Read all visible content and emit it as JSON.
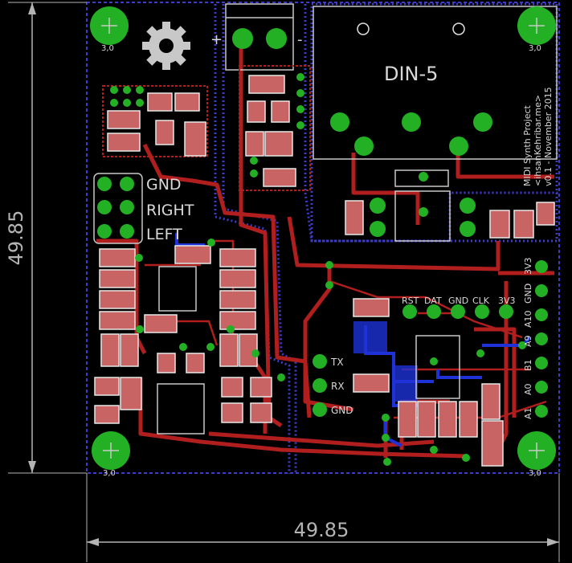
{
  "board": {
    "dimension_x": "49.85",
    "dimension_y": "49.85",
    "hole_label": "3,0"
  },
  "labels": {
    "din": "DIN-5",
    "audio_gnd": "GND",
    "audio_right": "RIGHT",
    "audio_left": "LEFT",
    "serial_tx": "TX",
    "serial_rx": "RX",
    "serial_gnd": "GND",
    "prog_rst": "RST",
    "prog_dat": "DAT",
    "prog_gnd": "GND",
    "prog_clk": "CLK",
    "prog_3v3": "3V3",
    "side_gnd": "GND",
    "side_3v3": "3V3",
    "side_a9": "A9",
    "side_a10": "A10",
    "side_b1": "B1",
    "side_a0": "A0",
    "side_a1": "A1",
    "plus": "+",
    "minus": "-"
  },
  "silk_text": {
    "line1": "MIDI Synth Project",
    "line2": "<ihsanKehribar.me>",
    "line3": "v0.1 - November 2015"
  },
  "colors": {
    "copper_top": "#b01e1e",
    "copper_bottom": "#1e32d8",
    "pad": "#24b024",
    "silk": "#c8c8c8",
    "smd_fill": "#c86464",
    "outline": "#3c3cc8"
  }
}
